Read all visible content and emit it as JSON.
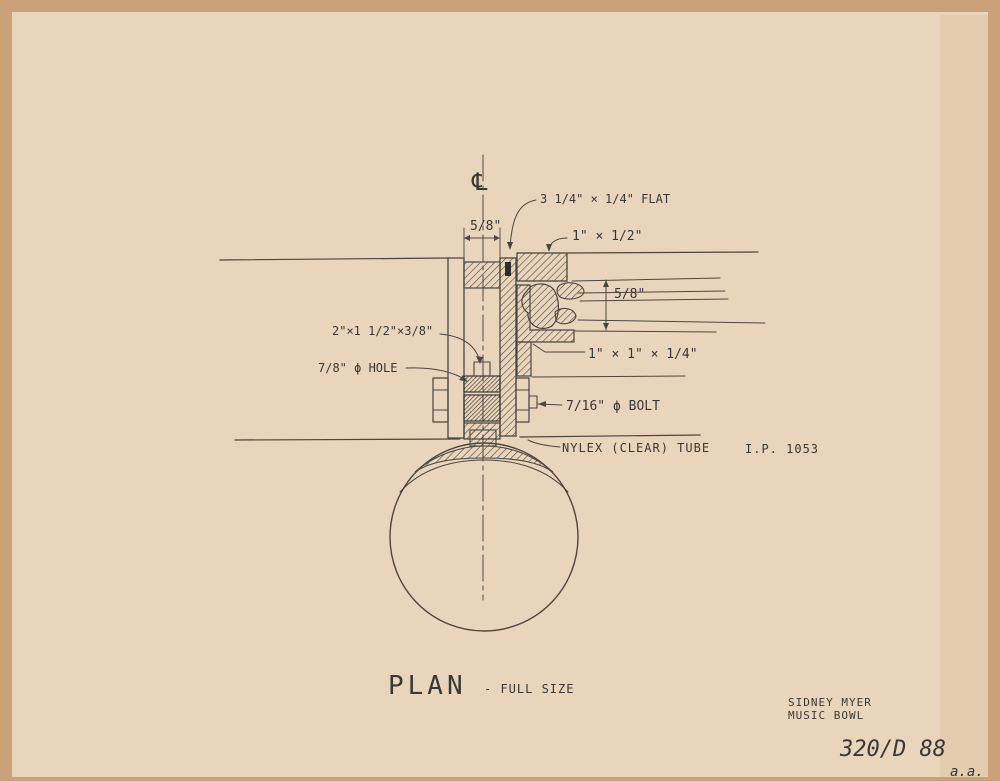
{
  "drawing": {
    "centerline_symbol": "℄",
    "labels": {
      "plate_width": "5/8\"",
      "flat_bar": "3 1/4\" × 1/4\" FLAT",
      "top_block": "1\" × 1/2\"",
      "tube_spacing": "5/8\"",
      "angle": "1\" × 1\" × 1/4\"",
      "spacer": "2\"×1 1/2\"×3/8\"",
      "hole": "7/8\" ϕ HOLE",
      "bolt": "7/16\" ϕ BOLT",
      "tube": "NYLEX (CLEAR) TUBE",
      "tube_ref": "I.P. 1053"
    },
    "title": "PLAN",
    "scale_note": "- FULL SIZE",
    "project_line1": "SIDNEY MYER",
    "project_line2": "MUSIC BOWL",
    "drawing_number": "320/D 88",
    "corner_mark": "a.a."
  },
  "colors": {
    "paper": "#e9d5bb",
    "pencil": "#4a4640",
    "border": "#caa27a"
  }
}
